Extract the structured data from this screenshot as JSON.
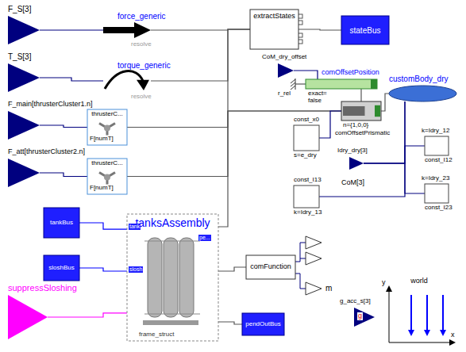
{
  "diagram": {
    "nodes": [
      {
        "text": [
          "F_S[3]"
        ]
      },
      {
        "text": [
          "T_S[3]"
        ]
      },
      {
        "text": [
          "F_main[thrusterCluster1.n]"
        ]
      },
      {
        "text": [
          "F_att[thrusterCluster2.n]"
        ]
      },
      {
        "text": [
          "force_generic"
        ]
      },
      {
        "text": [
          "torque_generic"
        ]
      },
      {
        "text": [
          "thrusterC...",
          "F[numT]"
        ]
      },
      {
        "text": [
          "thrusterC...",
          "F[numT]"
        ]
      },
      {
        "text": [
          "extractStates"
        ]
      },
      {
        "text": [
          "stateBus"
        ]
      },
      {
        "text": [
          "CoM_dry_offset"
        ]
      },
      {
        "text": [
          "comOffsetPosition"
        ]
      },
      {
        "text": [
          "customBody_dry"
        ]
      },
      {
        "text": [
          "comOffsetPrismatic"
        ]
      },
      {
        "text": [
          "const_x0",
          "s=e_dry"
        ]
      },
      {
        "text": [
          "Idry_dry[3]"
        ]
      },
      {
        "text": [
          "const_I13",
          "k=Idry_13"
        ]
      },
      {
        "text": [
          "k=Idry_12",
          "const_I12"
        ]
      },
      {
        "text": [
          "k=Idry_23",
          "const_I23"
        ]
      },
      {
        "text": [
          "tanksAssembly"
        ]
      },
      {
        "text": [
          "tankBus"
        ]
      },
      {
        "text": [
          "sloshBus"
        ]
      },
      {
        "text": [
          "suppressSloshing"
        ]
      },
      {
        "text": [
          "comFunction"
        ]
      },
      {
        "text": [
          "pendOutBus"
        ]
      },
      {
        "text": [
          "world"
        ]
      }
    ],
    "edges": [
      {
        "from": 0,
        "to": 4,
        "arrow": "none"
      },
      {
        "from": 1,
        "to": 5,
        "arrow": "none"
      },
      {
        "from": 2,
        "to": 6,
        "arrow": "none"
      },
      {
        "from": 3,
        "to": 7,
        "arrow": "none"
      },
      {
        "from": 4,
        "to": 8,
        "arrow": "none"
      },
      {
        "from": 5,
        "to": 8,
        "arrow": "none"
      },
      {
        "from": 6,
        "to": 13,
        "arrow": "none"
      },
      {
        "from": 7,
        "to": 13,
        "arrow": "none"
      },
      {
        "from": 19,
        "to": 8,
        "arrow": "none"
      },
      {
        "from": 8,
        "to": 9,
        "arrow": "none"
      },
      {
        "from": 10,
        "to": 11,
        "arrow": "none"
      },
      {
        "from": 11,
        "to": 13,
        "arrow": "none"
      },
      {
        "from": 13,
        "to": 12,
        "arrow": "none"
      },
      {
        "from": 14,
        "to": 13,
        "arrow": "none"
      },
      {
        "from": 15,
        "to": 12,
        "arrow": "none"
      },
      {
        "from": 16,
        "to": 12,
        "arrow": "none"
      },
      {
        "from": 15,
        "to": 17,
        "arrow": "none"
      },
      {
        "from": 15,
        "to": 18,
        "arrow": "none"
      },
      {
        "from": 20,
        "to": 19,
        "arrow": "none"
      },
      {
        "from": 21,
        "to": 19,
        "arrow": "none"
      },
      {
        "from": 22,
        "to": 19,
        "arrow": "none"
      },
      {
        "from": 19,
        "to": 23,
        "arrow": "none"
      },
      {
        "from": 19,
        "to": 24,
        "arrow": "none"
      }
    ],
    "labels": [
      "resolve",
      "resolve",
      "r_rel",
      "exact=",
      "false",
      "n={1,0,0}",
      "CoM[3]",
      "m",
      "g_acc_s[3]",
      "g",
      "y",
      "x",
      "tank",
      "slosh",
      "pe...",
      "frame_struct"
    ]
  }
}
